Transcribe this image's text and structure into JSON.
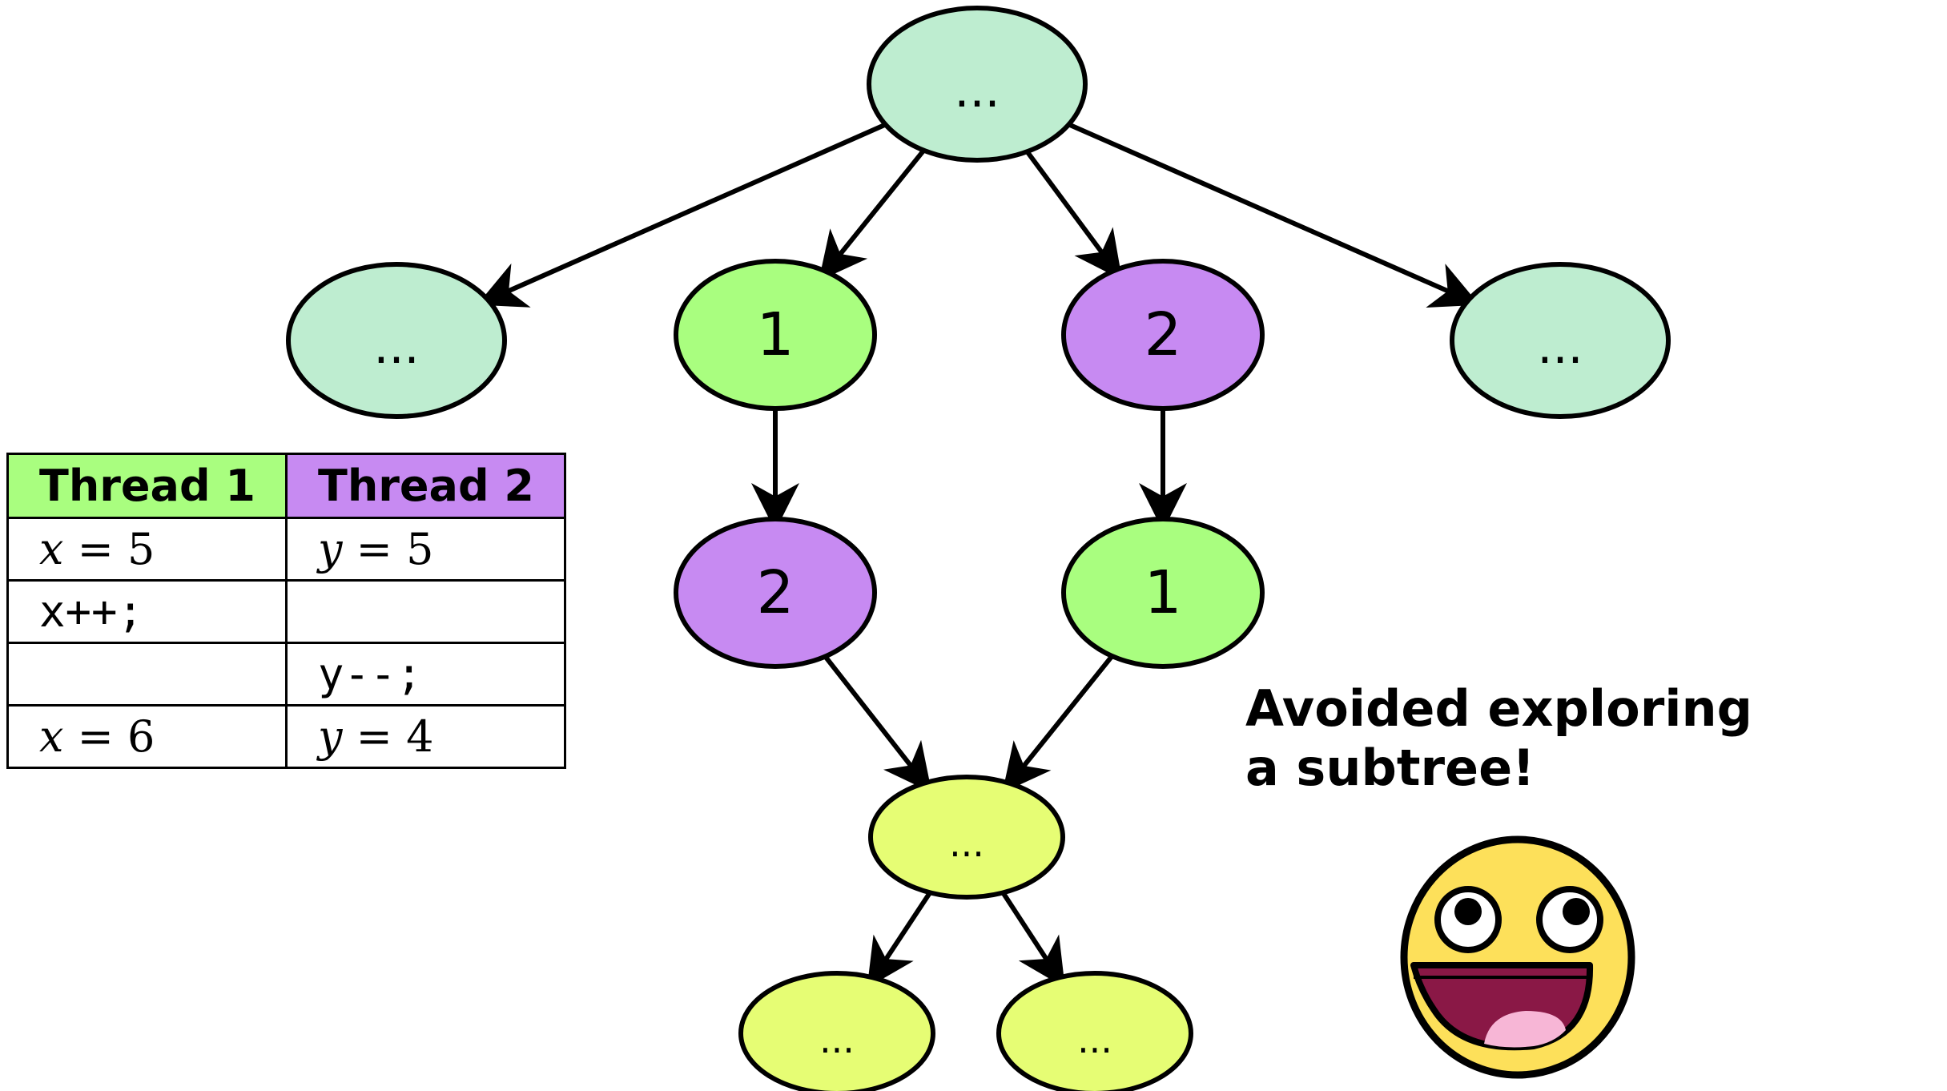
{
  "tree": {
    "nodes": [
      {
        "id": "root",
        "label": "...",
        "color": "#beedd0"
      },
      {
        "id": "left",
        "label": "...",
        "color": "#beedd0"
      },
      {
        "id": "t1-first",
        "label": "1",
        "color": "#a9fe7f"
      },
      {
        "id": "t2-first",
        "label": "2",
        "color": "#c78af2"
      },
      {
        "id": "right",
        "label": "...",
        "color": "#beedd0"
      },
      {
        "id": "t2-second",
        "label": "2",
        "color": "#c78af2"
      },
      {
        "id": "t1-second",
        "label": "1",
        "color": "#a9fe7f"
      },
      {
        "id": "merged",
        "label": "...",
        "color": "#e6fd74"
      },
      {
        "id": "merged-left",
        "label": "...",
        "color": "#e6fd74"
      },
      {
        "id": "merged-right",
        "label": "...",
        "color": "#e6fd74"
      }
    ],
    "edges": [
      [
        "root",
        "left"
      ],
      [
        "root",
        "t1-first"
      ],
      [
        "root",
        "t2-first"
      ],
      [
        "root",
        "right"
      ],
      [
        "t1-first",
        "t2-second"
      ],
      [
        "t2-first",
        "t1-second"
      ],
      [
        "t2-second",
        "merged"
      ],
      [
        "t1-second",
        "merged"
      ],
      [
        "merged",
        "merged-left"
      ],
      [
        "merged",
        "merged-right"
      ]
    ]
  },
  "table": {
    "headers": [
      "Thread 1",
      "Thread 2"
    ],
    "header_colors": [
      "#a9fe7f",
      "#c78af2"
    ],
    "rows": [
      {
        "c1_var": "x",
        "c1_eq": " = 5",
        "c2_var": "y",
        "c2_eq": " = 5"
      },
      {
        "c1_code": "x++;",
        "c2_code": ""
      },
      {
        "c1_code": "",
        "c2_code": "y--;"
      },
      {
        "c1_var": "x",
        "c1_eq": " = 6",
        "c2_var": "y",
        "c2_eq": " = 4"
      }
    ]
  },
  "caption": {
    "line1": "Avoided exploring",
    "line2": "a subtree!"
  },
  "smiley": {
    "face_color": "#fde05a",
    "mouth_color": "#8a1846",
    "tongue_color": "#f7b6d6"
  }
}
